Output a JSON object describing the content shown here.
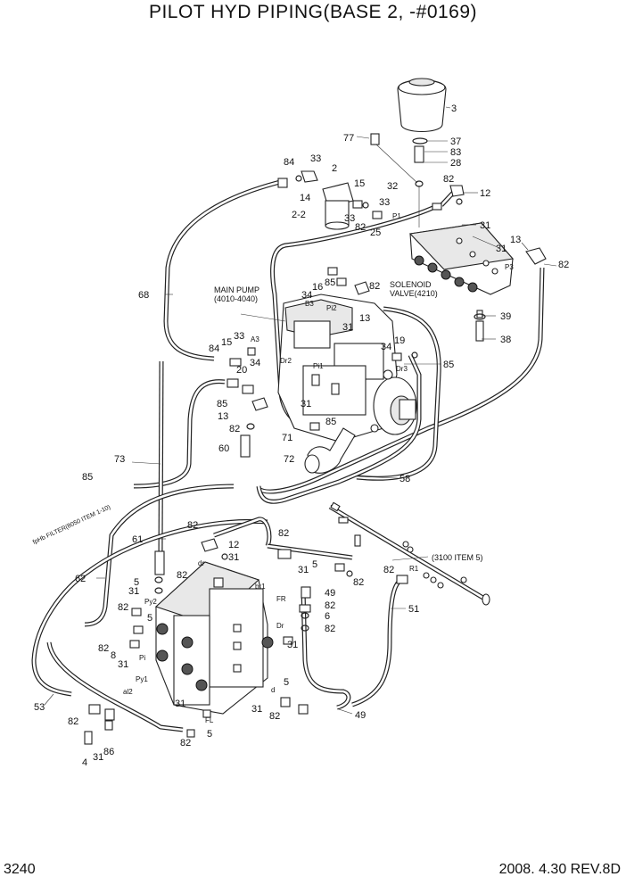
{
  "title": "PILOT HYD PIPING(BASE 2, -#0169)",
  "page_number": "3240",
  "revision": "2008. 4.30  REV.8D",
  "labels": {
    "l3": "3",
    "l77": "77",
    "l37": "37",
    "l83a": "83",
    "l28": "28",
    "l32": "32",
    "l82a": "82",
    "l12a": "12",
    "l84a": "84",
    "l33a": "33",
    "l2": "2",
    "l15a": "15",
    "l14": "14",
    "l33b": "33",
    "l2_2": "2-2",
    "l33c": "33",
    "l82b": "82",
    "l25": "25",
    "lP1": "P1",
    "l31a": "31",
    "l13a": "13",
    "l31b": "31",
    "lP3": "P3",
    "l82c": "82",
    "l68": "68",
    "l34a": "34",
    "l16": "16",
    "l85a": "85",
    "l82d": "82",
    "main_pump_line1": "MAIN PUMP",
    "main_pump_line2": "(4010-4040)",
    "solenoid_line1": "SOLENOID",
    "solenoid_line2": "VALVE(4210)",
    "lB3": "B3",
    "lPi2": "Pi2",
    "l13b": "13",
    "lA3": "A3",
    "l33d": "33",
    "l84b": "84",
    "l15b": "15",
    "l31c": "31",
    "l34b": "34",
    "l19": "19",
    "l39": "39",
    "l38": "38",
    "lDr2": "Dr2",
    "lPi1": "Pi1",
    "lDr3": "Dr3",
    "l85b": "85",
    "l20": "20",
    "l34c": "34",
    "l85c": "85",
    "l13c": "13",
    "l31d": "31",
    "l82e": "82",
    "l85d": "85",
    "l71": "71",
    "l60": "60",
    "l72": "72",
    "l73": "73",
    "l58": "58",
    "l85e": "85",
    "filter_note": "fpHb FILTER(8050 ITEM 1-10)",
    "l82f": "82",
    "l12b": "12",
    "l31e": "31",
    "l82g": "82",
    "l61": "61",
    "lPy2": "Py2",
    "ldr": "dr",
    "l82h": "82",
    "l31f": "31",
    "l5a": "5",
    "l82i": "82",
    "lbr1": "br1",
    "l62": "62",
    "l5b": "5",
    "l31g": "31",
    "lFR": "FR",
    "l49a": "49",
    "l82j": "82",
    "l3100": "(3100 ITEM 5)",
    "l82k": "82",
    "lR1": "R1",
    "l51": "51",
    "l82l": "82",
    "l5c": "5",
    "l6": "6",
    "l82m": "82",
    "lDr": "Dr",
    "l82n": "82",
    "l8": "8",
    "lPi": "Pi",
    "l31h": "31",
    "l31i": "31",
    "lPy1": "Py1",
    "lal2": "al2",
    "l53": "53",
    "l82o": "82",
    "l31j": "31",
    "lFL": "FL",
    "l5d": "5",
    "ld": "d",
    "l5e": "5",
    "l31k": "31",
    "l82p": "82",
    "l49b": "49",
    "l82q": "82",
    "l4": "4",
    "l31l": "31",
    "l86": "86"
  }
}
